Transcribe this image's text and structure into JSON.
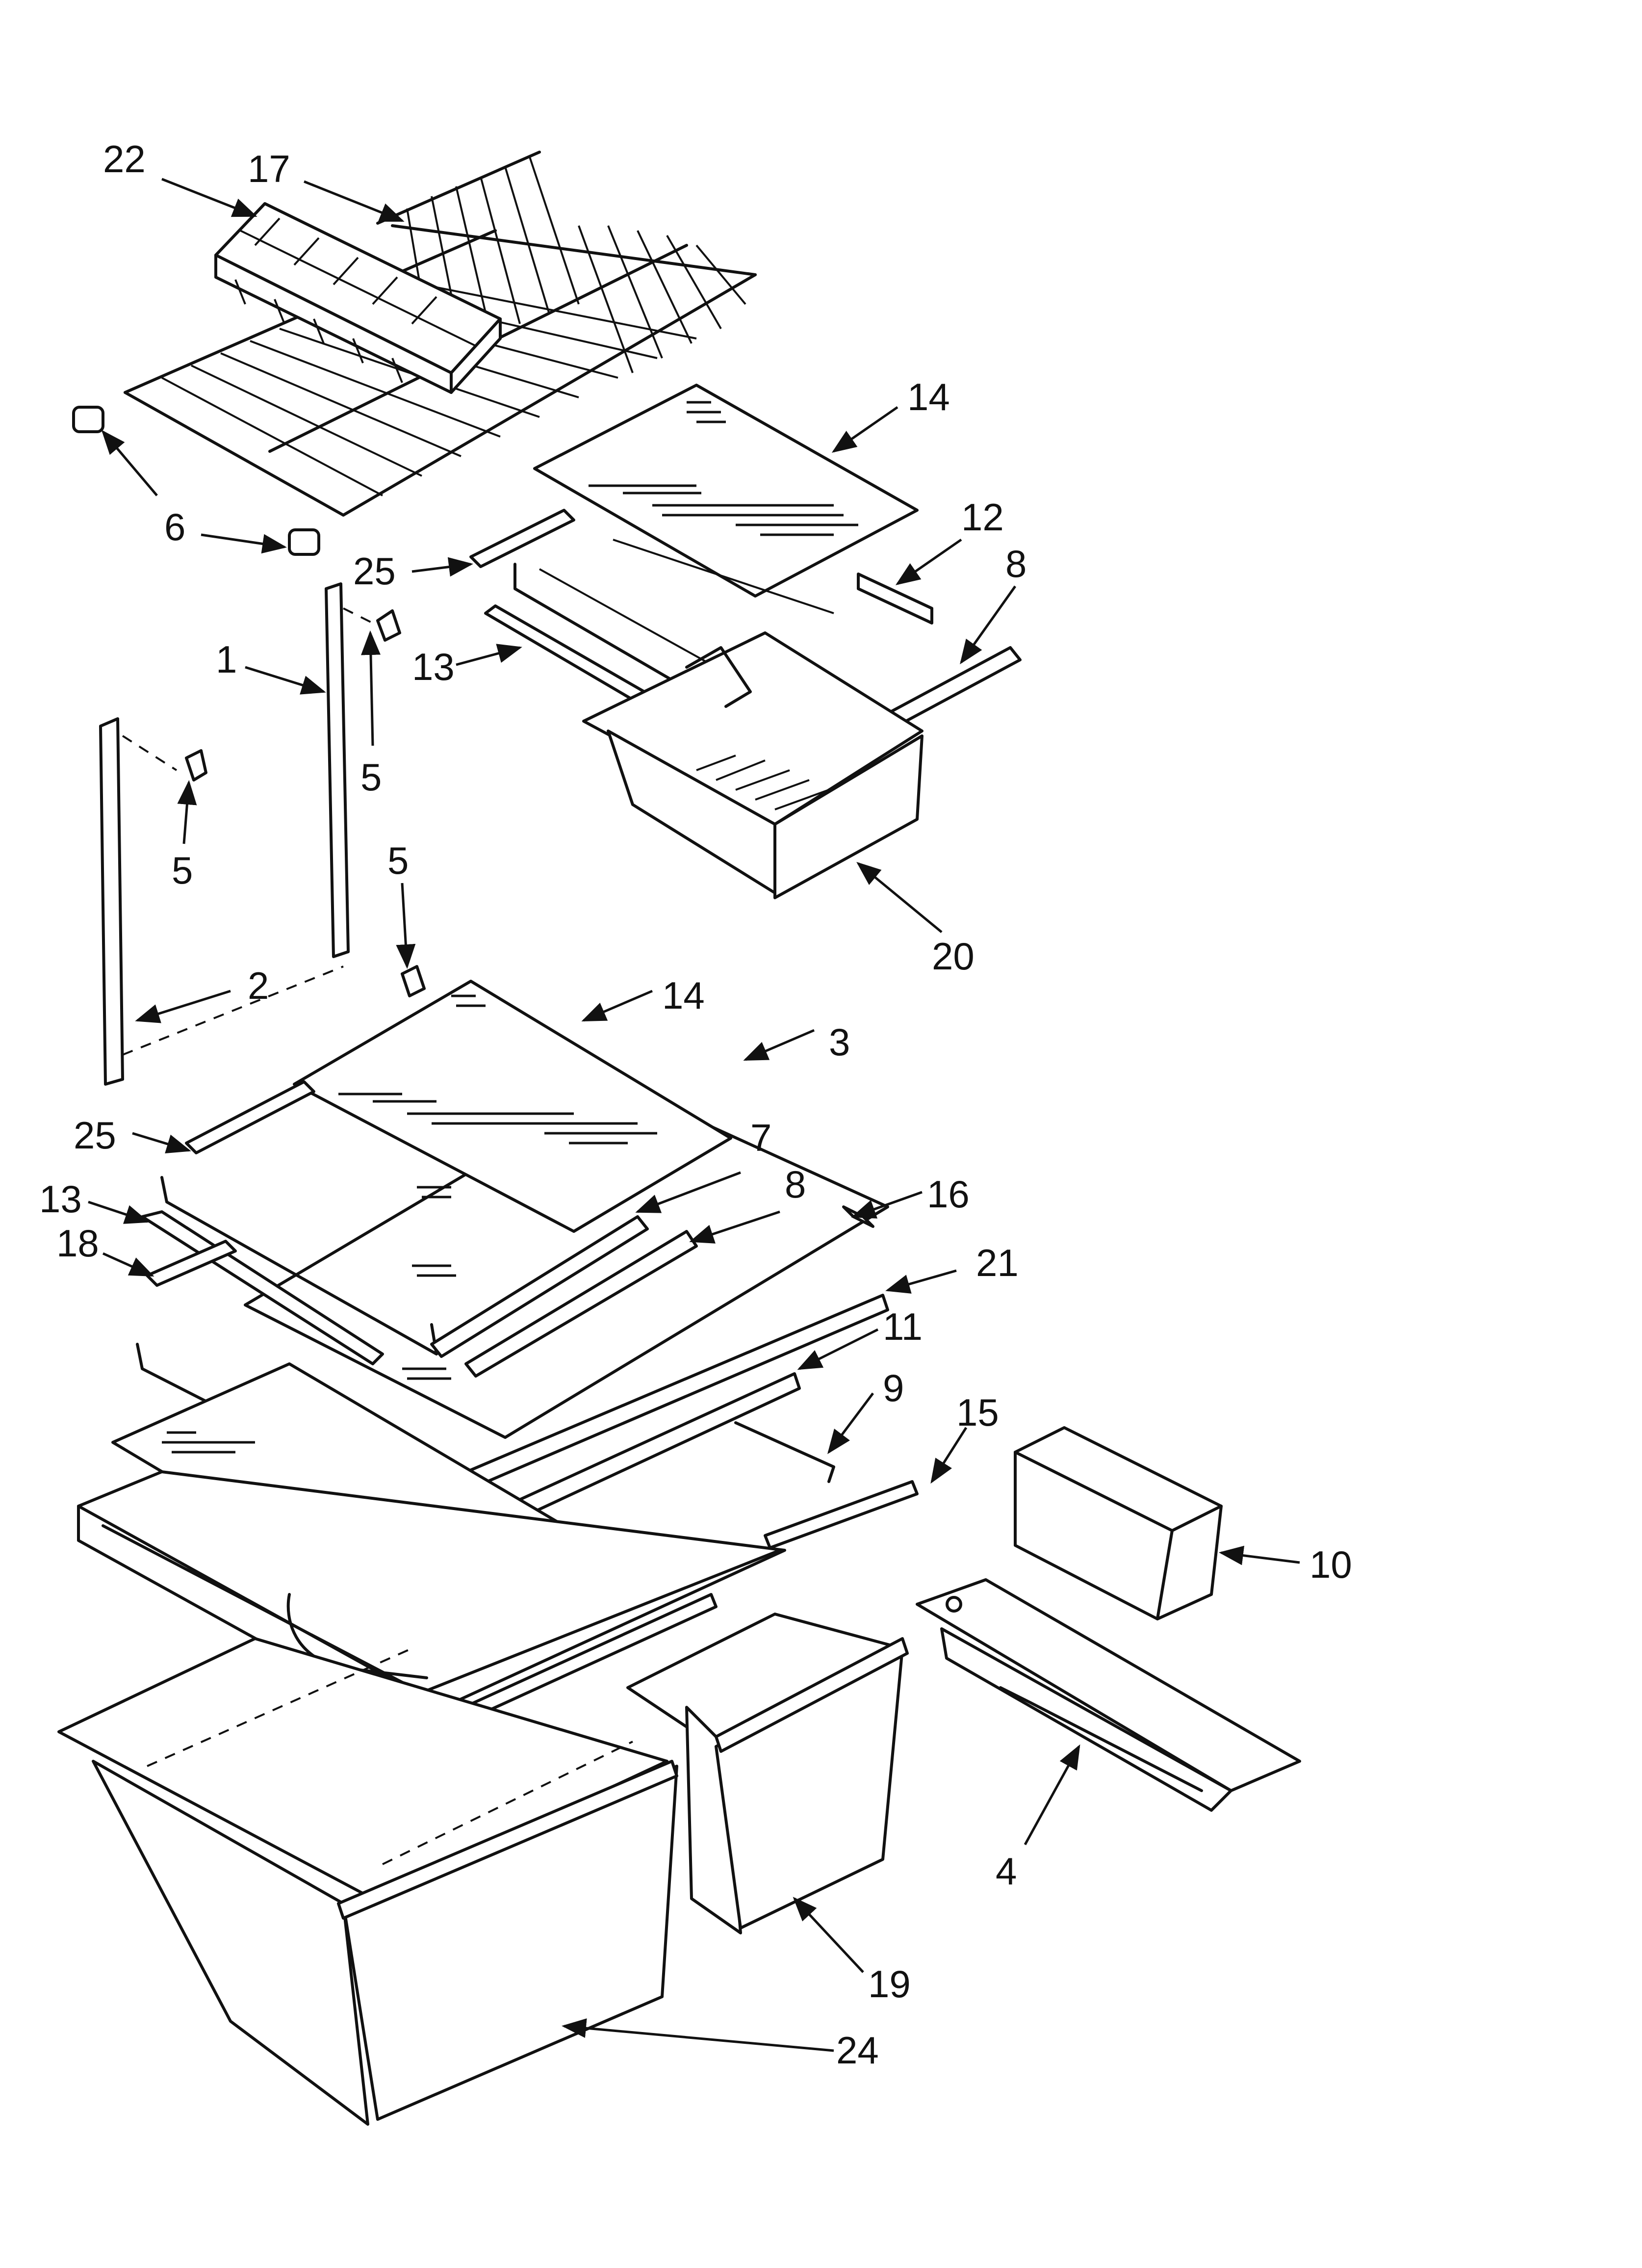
{
  "diagram": {
    "type": "exploded-parts-diagram",
    "line_color": "#111111",
    "background": "#ffffff",
    "callouts": [
      {
        "id": "c22",
        "label": "22"
      },
      {
        "id": "c17",
        "label": "17"
      },
      {
        "id": "c14a",
        "label": "14"
      },
      {
        "id": "c6",
        "label": "6"
      },
      {
        "id": "c25a",
        "label": "25"
      },
      {
        "id": "c12",
        "label": "12"
      },
      {
        "id": "c8a",
        "label": "8"
      },
      {
        "id": "c1",
        "label": "1"
      },
      {
        "id": "c13a",
        "label": "13"
      },
      {
        "id": "c5a",
        "label": "5"
      },
      {
        "id": "c5b",
        "label": "5"
      },
      {
        "id": "c5c",
        "label": "5"
      },
      {
        "id": "c20",
        "label": "20"
      },
      {
        "id": "c2",
        "label": "2"
      },
      {
        "id": "c14b",
        "label": "14"
      },
      {
        "id": "c3",
        "label": "3"
      },
      {
        "id": "c25b",
        "label": "25"
      },
      {
        "id": "c7",
        "label": "7"
      },
      {
        "id": "c8b",
        "label": "8"
      },
      {
        "id": "c13b",
        "label": "13"
      },
      {
        "id": "c16",
        "label": "16"
      },
      {
        "id": "c18",
        "label": "18"
      },
      {
        "id": "c21",
        "label": "21"
      },
      {
        "id": "c11",
        "label": "11"
      },
      {
        "id": "c9",
        "label": "9"
      },
      {
        "id": "c15",
        "label": "15"
      },
      {
        "id": "c10",
        "label": "10"
      },
      {
        "id": "c4",
        "label": "4"
      },
      {
        "id": "c19",
        "label": "19"
      },
      {
        "id": "c24",
        "label": "24"
      }
    ]
  }
}
